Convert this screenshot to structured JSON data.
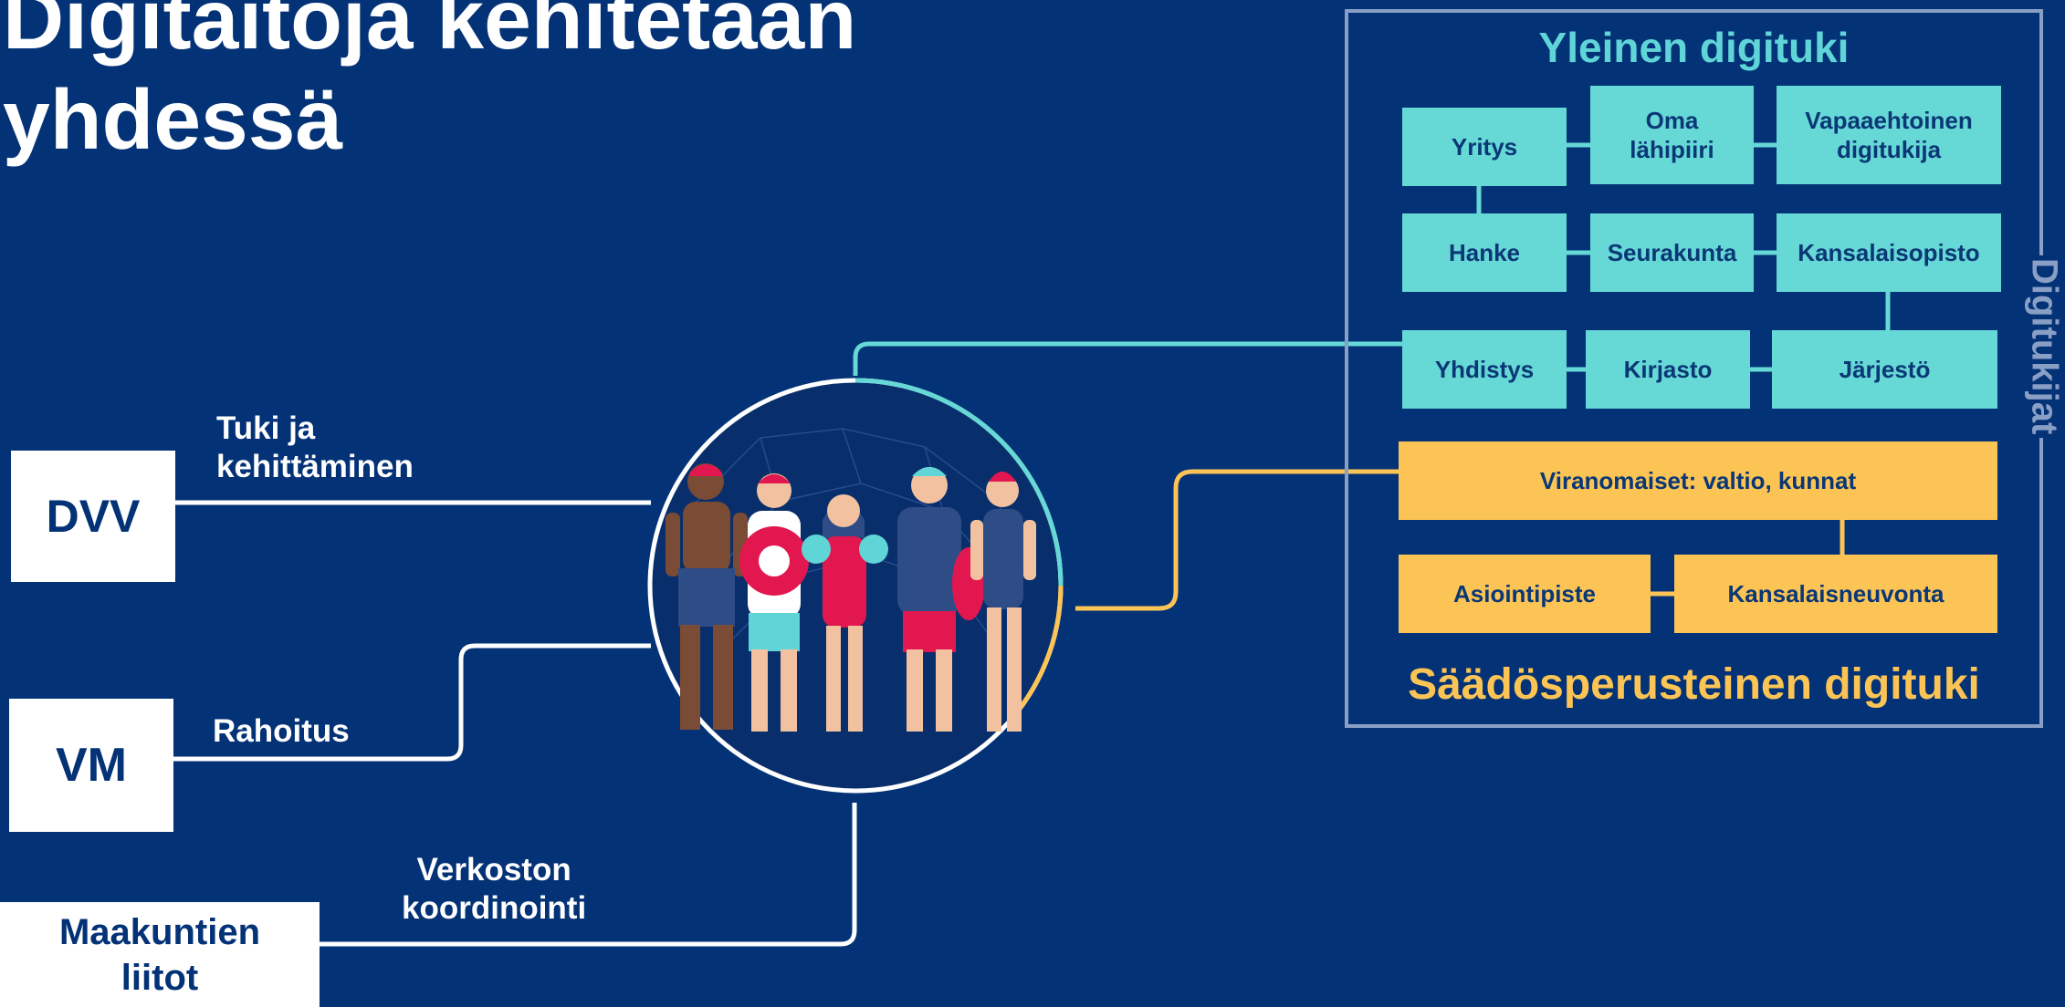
{
  "title": {
    "line1": "Digitaitoja kehitetään",
    "line2": "yhdessä"
  },
  "left_actors": [
    {
      "name": "DVV",
      "connection_label_line1": "Tuki ja",
      "connection_label_line2": "kehittäminen"
    },
    {
      "name": "VM",
      "connection_label": "Rahoitus"
    },
    {
      "name_line1": "Maakuntien",
      "name_line2": "liitot",
      "connection_label_line1": "Verkoston",
      "connection_label_line2": "koordinointi"
    }
  ],
  "general_support": {
    "heading": "Yleinen digituki",
    "items": [
      {
        "line1": "Yritys"
      },
      {
        "line1": "Oma",
        "line2": "lähipiiri"
      },
      {
        "line1": "Vapaaehtoinen",
        "line2": "digitukija"
      },
      {
        "line1": "Hanke"
      },
      {
        "line1": "Seurakunta"
      },
      {
        "line1": "Kansalaisopisto"
      },
      {
        "line1": "Yhdistys"
      },
      {
        "line1": "Kirjasto"
      },
      {
        "line1": "Järjestö"
      }
    ]
  },
  "statutory_support": {
    "heading": "Säädösperusteinen digituki",
    "items": [
      {
        "line1": "Viranomaiset: valtio, kunnat"
      },
      {
        "line1": "Asiointipiste"
      },
      {
        "line1": "Kansalaisneuvonta"
      }
    ]
  },
  "side_label": "Digitukijat",
  "colors": {
    "background": "#033276",
    "teal": "#66d8d6",
    "yellow": "#fcc455",
    "frame": "#8a9fc5"
  }
}
